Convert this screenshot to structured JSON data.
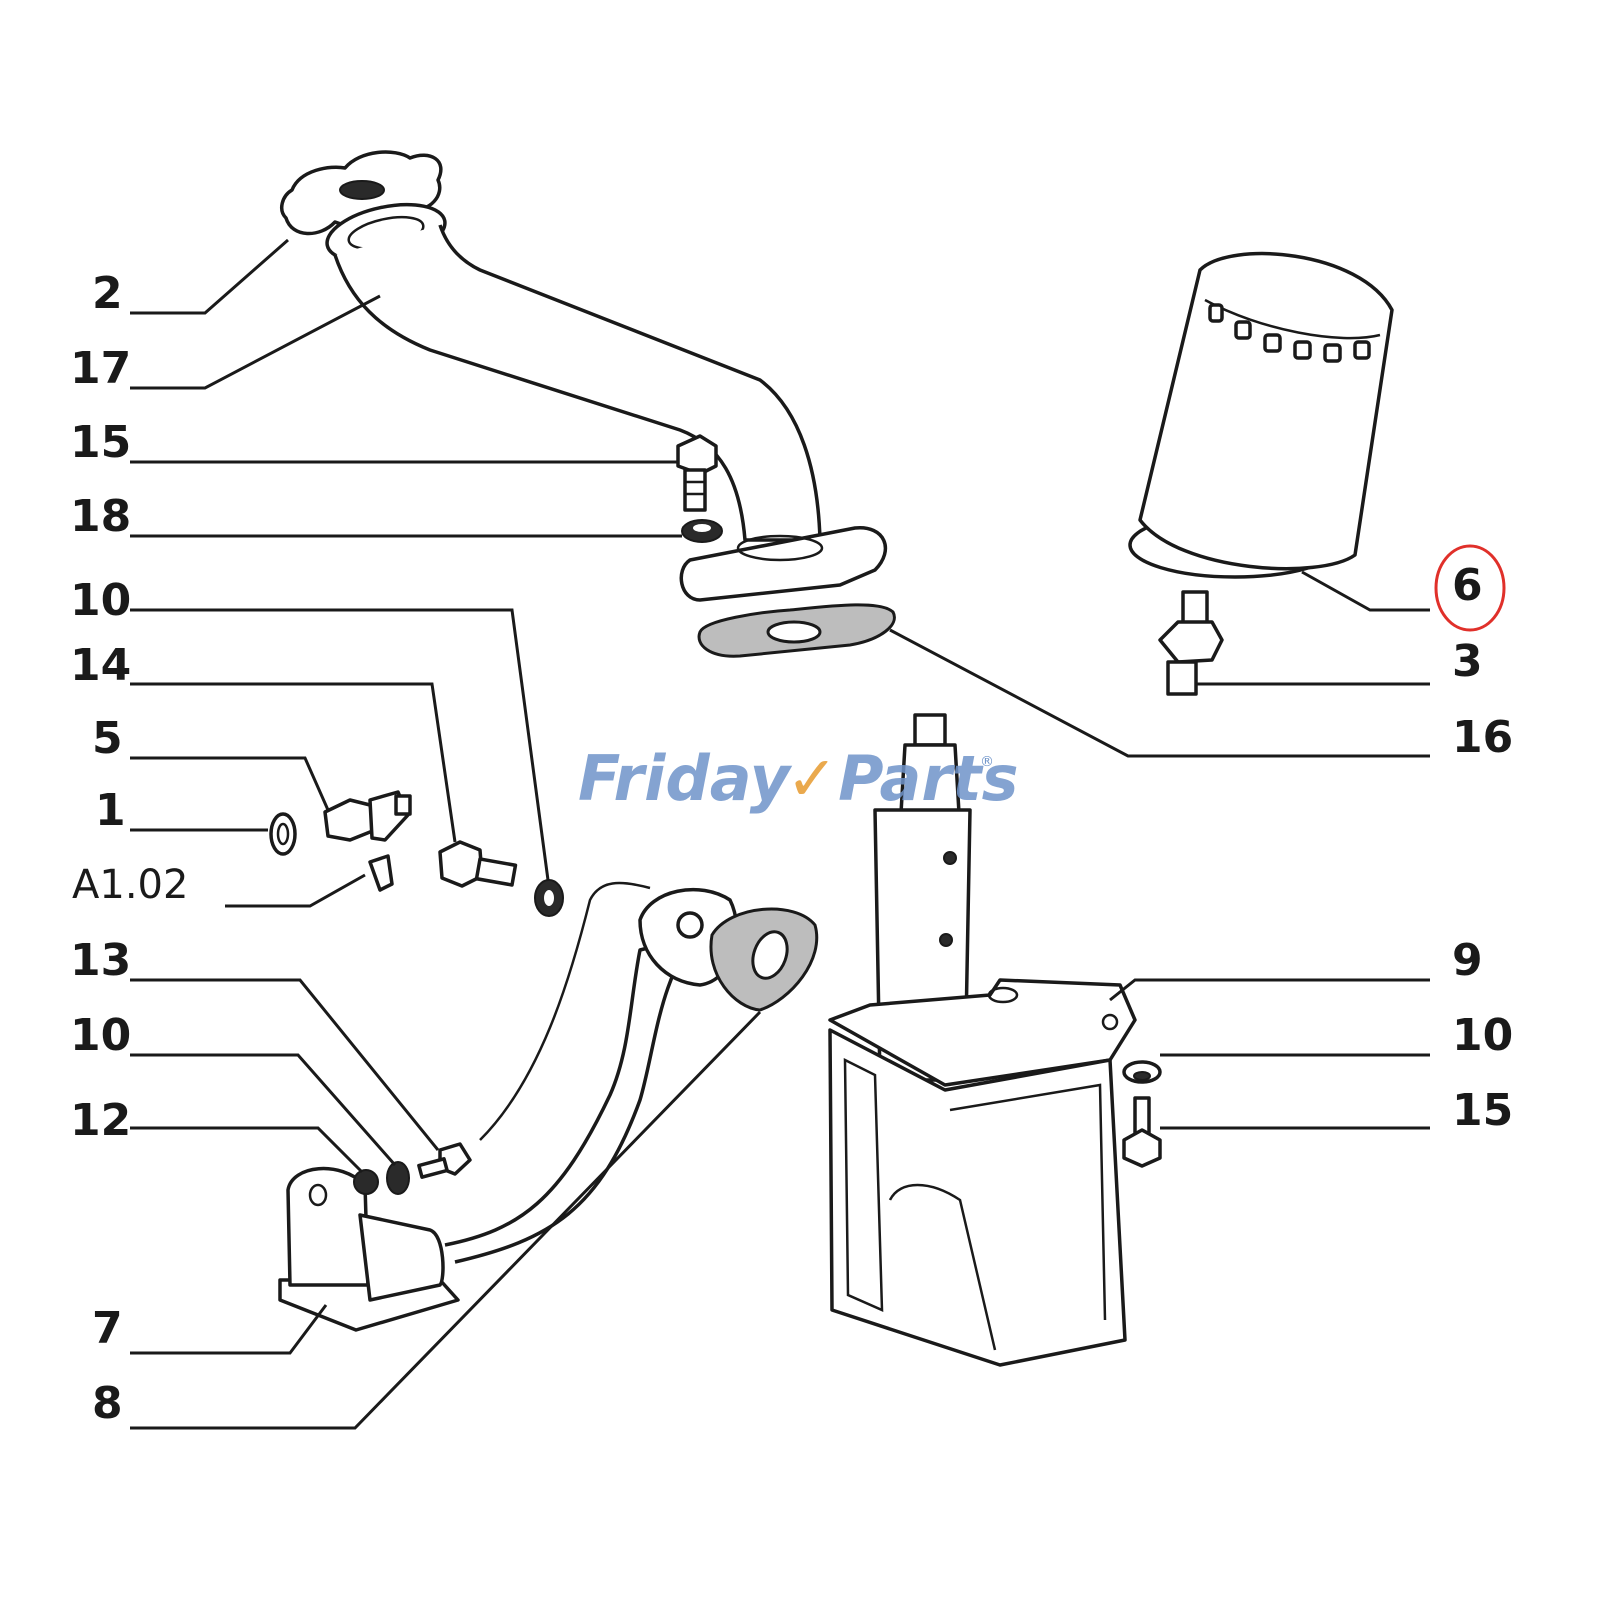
{
  "watermark": {
    "part1": "Friday",
    "part2": "Parts",
    "mark": "®",
    "colors": {
      "blue": "#6f94c9",
      "orange": "#e8a03a"
    }
  },
  "highlight": {
    "label": "6",
    "color": "#e0302a"
  },
  "labels_left": [
    "2",
    "17",
    "15",
    "18",
    "10",
    "14",
    "5",
    "1",
    "A1.02",
    "13",
    "10",
    "12",
    "7",
    "8"
  ],
  "labels_right": [
    "6",
    "3",
    "16",
    "9",
    "10",
    "15"
  ],
  "parts": [
    "filler-cap-icon",
    "filler-tube-icon",
    "oil-filter-icon",
    "filter-adapter-icon",
    "flange-gasket-icon",
    "oil-pump-icon",
    "pickup-pipe-icon",
    "pickup-strainer-icon",
    "oil-pressure-sender-icon",
    "banjo-bolt-icon"
  ]
}
